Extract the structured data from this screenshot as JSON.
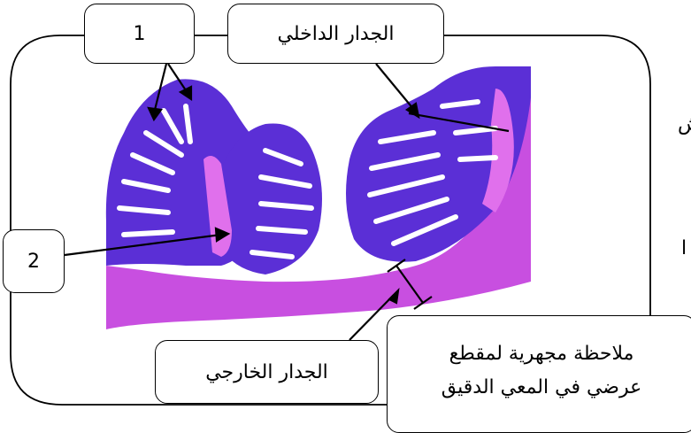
{
  "labels": {
    "one": "1",
    "two": "2",
    "inner_wall": "الجدار الداخلي",
    "outer_wall": "الجدار الخارجي",
    "caption_line1": "ملاحظة مجهرية لمقطع",
    "caption_line2": "عرضي في المعي الدقيق"
  },
  "edge_text": {
    "top": "ش",
    "bottom": "ا"
  },
  "colors": {
    "mucosa_purple": "#5b2fd6",
    "tissue_pink": "#c84fe0",
    "villus_core": "#e070ec",
    "outline": "#000000"
  }
}
